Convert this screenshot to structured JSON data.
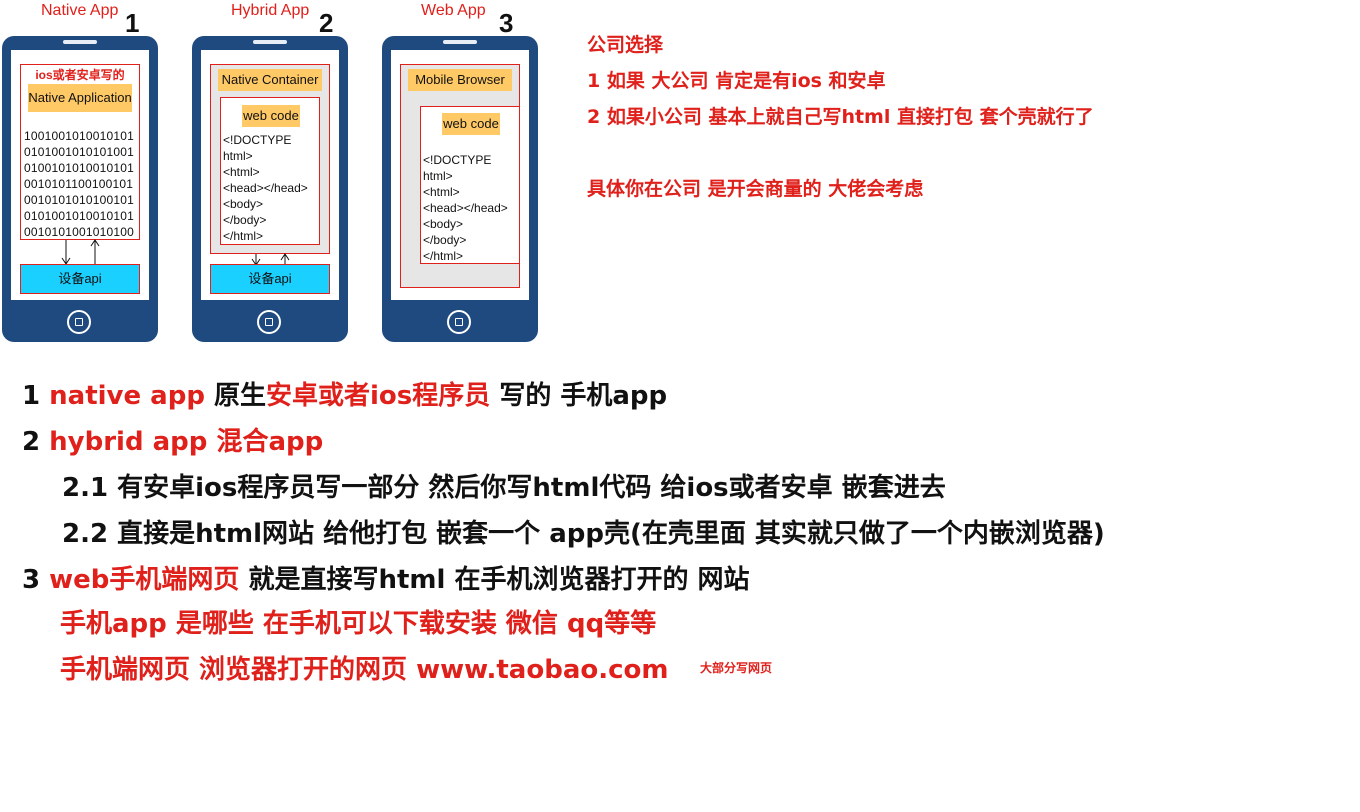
{
  "phones": {
    "native": {
      "title": "Native App",
      "number": "1",
      "header_label": "ios或者安卓写的",
      "app_label": "Native Application",
      "binary_lines": [
        "1001001010010101",
        "0101001010101001",
        "0100101010010101",
        "0010101100100101",
        "0010101010100101",
        "0101001010010101",
        "0010101001010100"
      ],
      "api_label": "设备api"
    },
    "hybrid": {
      "title": "Hybrid App",
      "number": "2",
      "container_label": "Native Container",
      "webcode_label": "web code",
      "code_lines": [
        "<!DOCTYPE",
        "html>",
        "<html>",
        "<head></head>",
        "<body>",
        "</body>",
        "</html>"
      ],
      "api_label": "设备api"
    },
    "web": {
      "title": "Web App",
      "number": "3",
      "browser_label": "Mobile Browser",
      "webcode_label": "web code",
      "code_lines": [
        "<!DOCTYPE",
        "html>",
        "<html>",
        "<head></head>",
        "<body>",
        "</body>",
        "</html>"
      ]
    }
  },
  "notes": {
    "line1": "公司选择",
    "line2": "1 如果 大公司 肯定是有ios 和安卓",
    "line3": "2 如果小公司 基本上就自己写html 直接打包 套个壳就行了",
    "line4": "具体你在公司 是开会商量的 大佬会考虑"
  },
  "list": {
    "item1": {
      "num": "1 ",
      "red1": "native app",
      "black1": "  原生",
      "red2": "安卓或者ios程序员",
      "black2": " 写的 手机app"
    },
    "item2": {
      "num": "2 ",
      "red1": "hybrid app 混合app"
    },
    "item2_1": "2.1 有安卓ios程序员写一部分 然后你写html代码 给ios或者安卓 嵌套进去",
    "item2_2": "2.2 直接是html网站  给他打包 嵌套一个 app壳(在壳里面 其实就只做了一个内嵌浏览器)",
    "item3": {
      "num": "3 ",
      "red1": "web手机端网页",
      "black1": "  就是直接写html 在手机浏览器打开的 网站"
    },
    "red_line1": "手机app  是哪些 在手机可以下载安装  微信 qq等等",
    "red_line2": "手机端网页 浏览器打开的网页   www.taobao.com",
    "small_note": "大部分写网页"
  }
}
